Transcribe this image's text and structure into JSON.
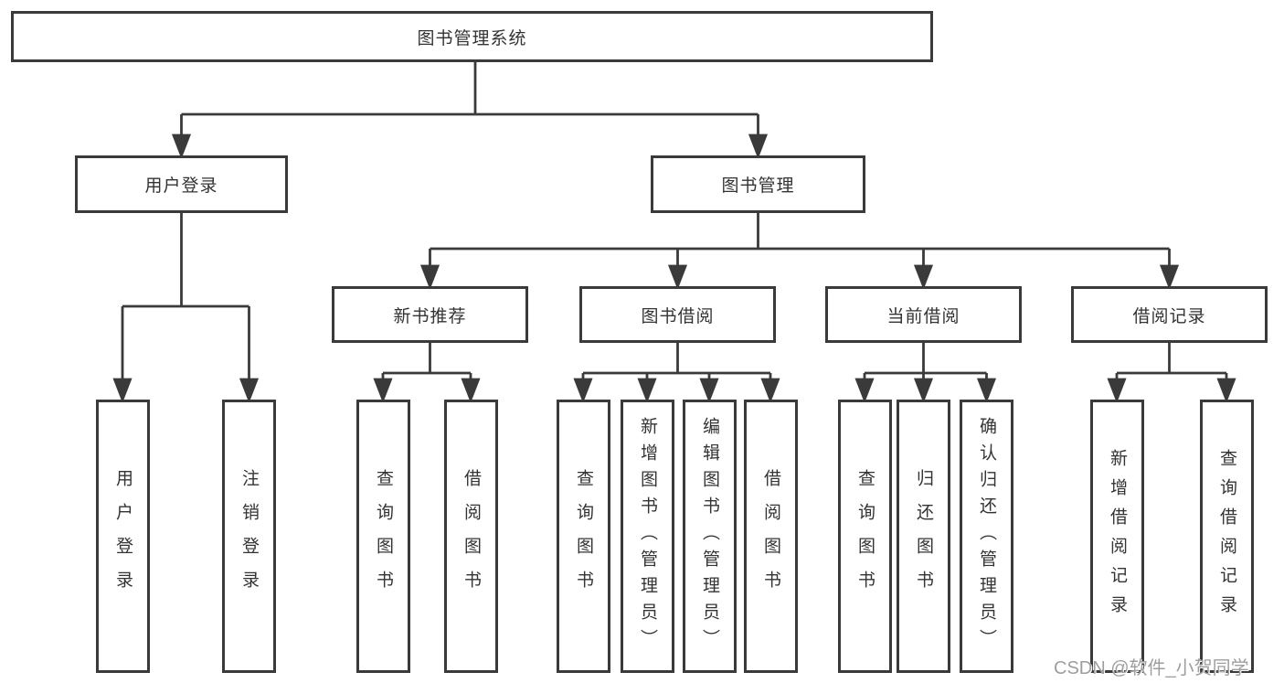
{
  "title": "图书管理系统",
  "level2": {
    "user_login": "用户登录",
    "book_management": "图书管理"
  },
  "level3": {
    "new_books": "新书推荐",
    "book_borrow": "图书借阅",
    "current_borrow": "当前借阅",
    "borrow_records": "借阅记录"
  },
  "leaves": {
    "user_login": [
      "用户登录",
      "注销登录"
    ],
    "new_books": [
      "查询图书",
      "借阅图书"
    ],
    "book_borrow": [
      "查询图书",
      "新增图书（管理员）",
      "编辑图书（管理员）",
      "借阅图书"
    ],
    "current_borrow": [
      "查询图书",
      "归还图书",
      "确认归还（管理员）"
    ],
    "borrow_records": [
      "新增借阅记录",
      "查询借阅记录"
    ]
  },
  "watermark": "CSDN @软件_小贺同学",
  "colors": {
    "line": "#3a3a3a",
    "text": "#333333",
    "background": "#ffffff",
    "watermark_text": "#9e9e9e"
  }
}
